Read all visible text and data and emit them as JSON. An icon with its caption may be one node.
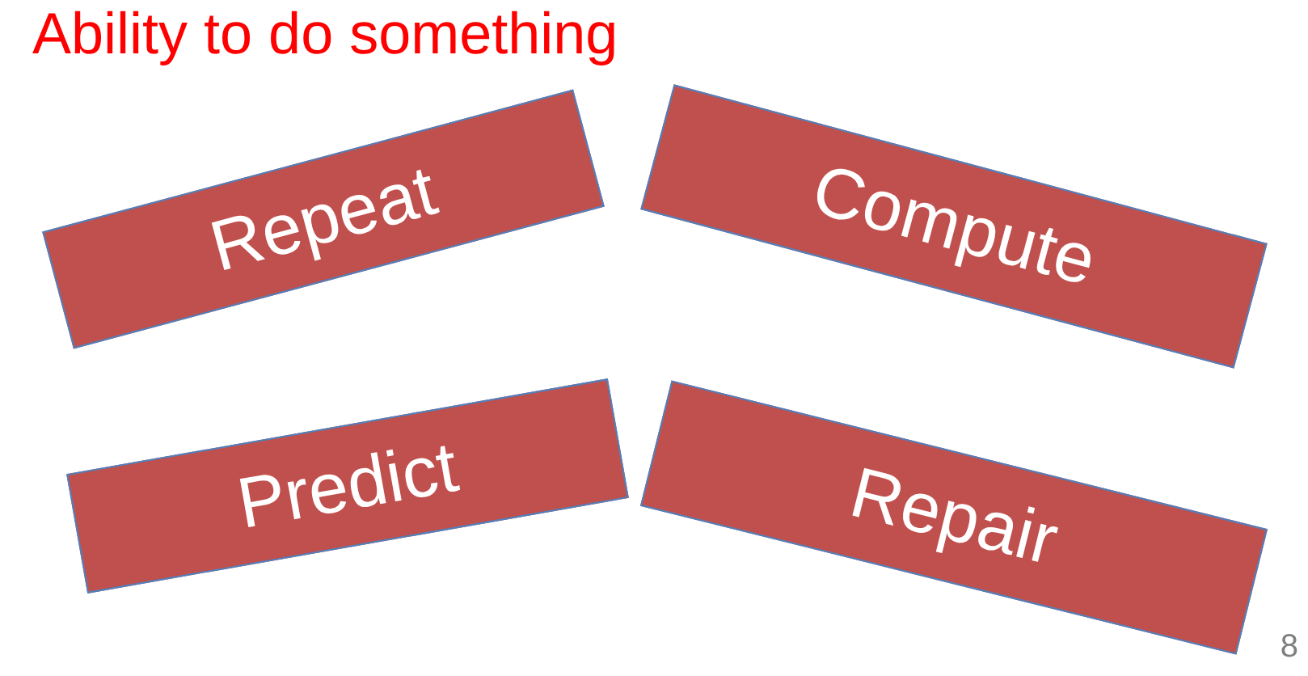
{
  "diagram": {
    "title": "Ability to do something",
    "nodes": [
      {
        "text": [
          "Compute"
        ]
      },
      {
        "text": [
          "Repeat"
        ]
      },
      {
        "text": [
          "Predict"
        ]
      },
      {
        "text": [
          "Repair"
        ]
      }
    ],
    "labels": [
      "8"
    ]
  }
}
